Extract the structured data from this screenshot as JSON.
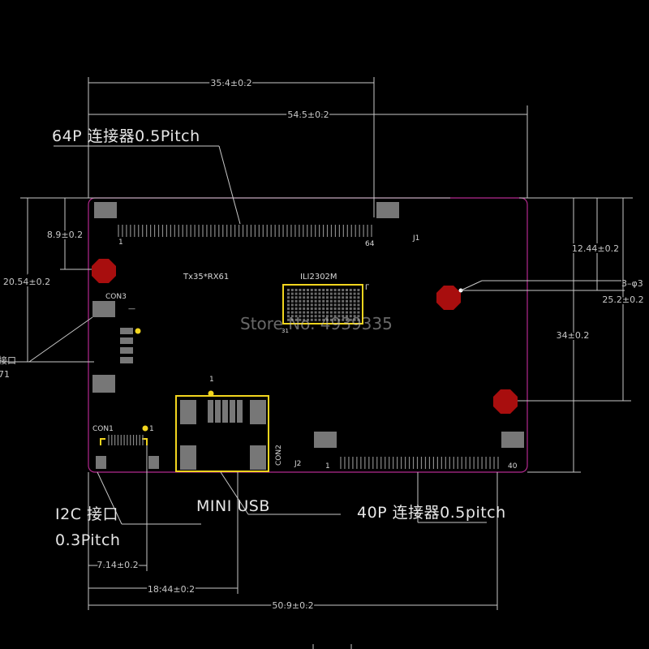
{
  "colors": {
    "background": "#000000",
    "board_outline": "#b4298f",
    "highlight": "#f2d51e",
    "mount_hole": "#a80e0e",
    "dimension": "#c8c8c8"
  },
  "dimensions": {
    "width_top": "35.4±0.2",
    "width_overall": "54.5±0.2",
    "left_j1_offset": "8.9±0.2",
    "left_con3_offset": "20.54±0.2",
    "right_hole_1": "12.44±0.2",
    "right_holes_label": "3–φ3",
    "right_hole_2": "25.2±0.2",
    "height_overall": "34±0.2",
    "bottom_i2c": "7.14±0.2",
    "bottom_usb": "18.44±0.2",
    "bottom_overall": "50.9±0.2",
    "left_cut_1": "接口",
    "left_cut_2": "71"
  },
  "callouts": {
    "connector_64p": "64P 连接器0.5Pitch",
    "connector_40p": "40P 连接器0.5pitch",
    "mini_usb": "MINI USB",
    "i2c_line1": "I2C 接口",
    "i2c_line2": "0.3Pitch"
  },
  "board": {
    "j1_pin_first": "1",
    "j1_pin_last": "64",
    "j1_label": "J1",
    "model": "Tx35*RX61",
    "chip": "ILI2302M",
    "chip_pin": "31",
    "chip_mark": "Γ",
    "con3": "CON3",
    "con3_dash": "—",
    "con1": "CON1",
    "con1_pin": "1",
    "con2": "CON2",
    "usb_pin": "1",
    "j2": "J2",
    "j2_pin_first": "1",
    "j2_pin_last": "40"
  },
  "watermark": "Store No. 4939335"
}
